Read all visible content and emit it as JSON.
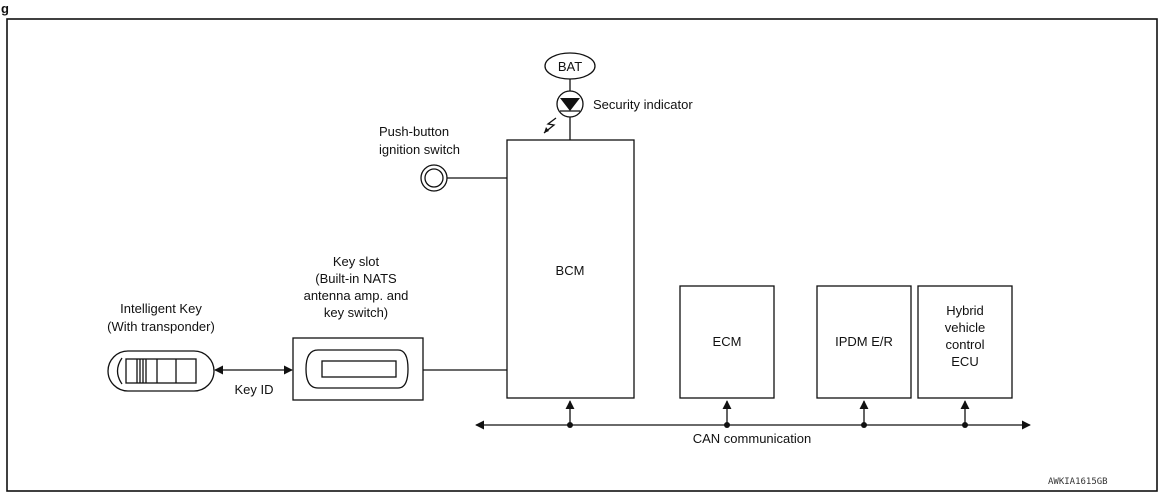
{
  "header": {
    "title": "g"
  },
  "bat": {
    "label": "BAT"
  },
  "security_indicator": {
    "label": "Security indicator"
  },
  "push_button": {
    "line1": "Push-button",
    "line2": "ignition switch"
  },
  "bcm": {
    "label": "BCM"
  },
  "key_slot": {
    "line1": "Key slot",
    "line2": "(Built-in NATS",
    "line3": "antenna amp. and",
    "line4": "key switch)"
  },
  "intelligent_key": {
    "line1": "Intelligent Key",
    "line2": "(With transponder)"
  },
  "key_id": {
    "label": "Key ID"
  },
  "ecm": {
    "label": "ECM"
  },
  "ipdm": {
    "label": "IPDM E/R"
  },
  "hybrid": {
    "line1": "Hybrid",
    "line2": "vehicle",
    "line3": "control",
    "line4": "ECU"
  },
  "can": {
    "label": "CAN communication"
  },
  "figure_code": "AWKIA1615GB"
}
